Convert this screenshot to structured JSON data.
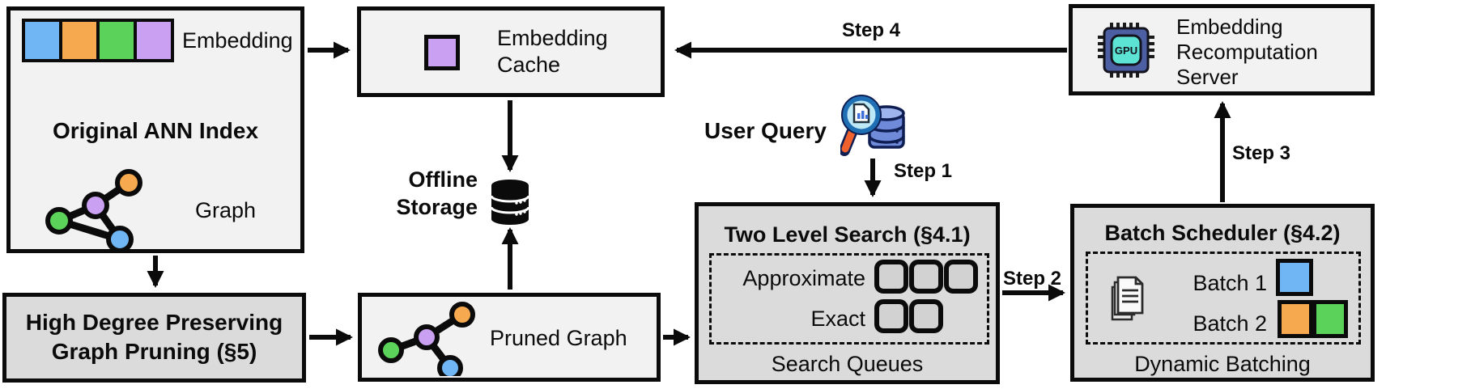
{
  "colors": {
    "blue": "#70b5f4",
    "orange": "#f6a94f",
    "green": "#5bd35b",
    "purple": "#c9a0f2",
    "queue_slot": "#d2d2d2"
  },
  "original_ann_index": {
    "title": "Original ANN Index",
    "embedding_label": "Embedding",
    "graph_label": "Graph"
  },
  "embedding_cache": {
    "label": "Embedding Cache"
  },
  "offline_storage": {
    "label": "Offline Storage"
  },
  "user_query": {
    "label": "User Query"
  },
  "steps": {
    "step1": "Step 1",
    "step2": "Step 2",
    "step3": "Step 3",
    "step4": "Step 4"
  },
  "two_level_search": {
    "title": "Two Level Search (§4.1)",
    "rows": [
      {
        "label": "Approximate",
        "slots": 3
      },
      {
        "label": "Exact",
        "slots": 2
      }
    ],
    "footer": "Search Queues"
  },
  "batch_scheduler": {
    "title": "Batch Scheduler (§4.2)",
    "batch1_label": "Batch 1",
    "batch2_label": "Batch 2",
    "footer": "Dynamic Batching"
  },
  "recomputation_server": {
    "label": "Embedding Recomputation Server",
    "gpu_chip_text": "GPU"
  },
  "graph_pruning": {
    "title": "High Degree Preserving Graph Pruning (§5)"
  },
  "pruned_graph": {
    "label": "Pruned Graph"
  }
}
